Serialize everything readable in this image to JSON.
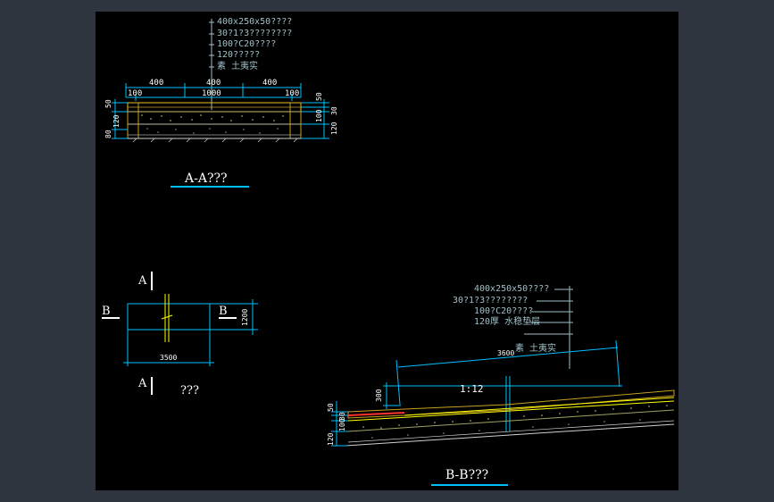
{
  "colors": {
    "background": "#000000",
    "frame": "#2f353f",
    "dimension": "#00bfff",
    "callout": "#9fc0c8",
    "title_text": "#ffffff",
    "title_underline": "#00bfff",
    "paving": "#c8a020",
    "mortar": "#ffff00",
    "concrete_dots": "#a0a060",
    "soil": "#d0d0d0",
    "red_layer": "#ff3030"
  },
  "section_aa": {
    "callouts": [
      "400x250x50????",
      "30?1?3????????",
      "100?C20????",
      "120?????",
      "素 土夷实"
    ],
    "dims_top": [
      "400",
      "400",
      "400"
    ],
    "dims_second": [
      "100",
      "1000",
      "100"
    ],
    "dims_left": [
      "50",
      "120",
      "80"
    ],
    "dims_right": [
      "50",
      "30",
      "100",
      "120"
    ],
    "title": "A-A???"
  },
  "plan": {
    "label_a_top": "A",
    "label_a_bottom": "A",
    "label_b_left": "B",
    "label_b_right": "B",
    "dim_height": "1200",
    "dim_width": "3500",
    "title": "???"
  },
  "section_bb": {
    "callouts": [
      "400x250x50????",
      "30?1?3????????",
      "100?C20????",
      "120厚 水稳垫层",
      "素 土夷实"
    ],
    "dim_length": "3600",
    "slope": "1:12",
    "dim_rise": "300",
    "dims_left": [
      "50",
      "30",
      "100",
      "120"
    ],
    "title": "B-B???"
  }
}
